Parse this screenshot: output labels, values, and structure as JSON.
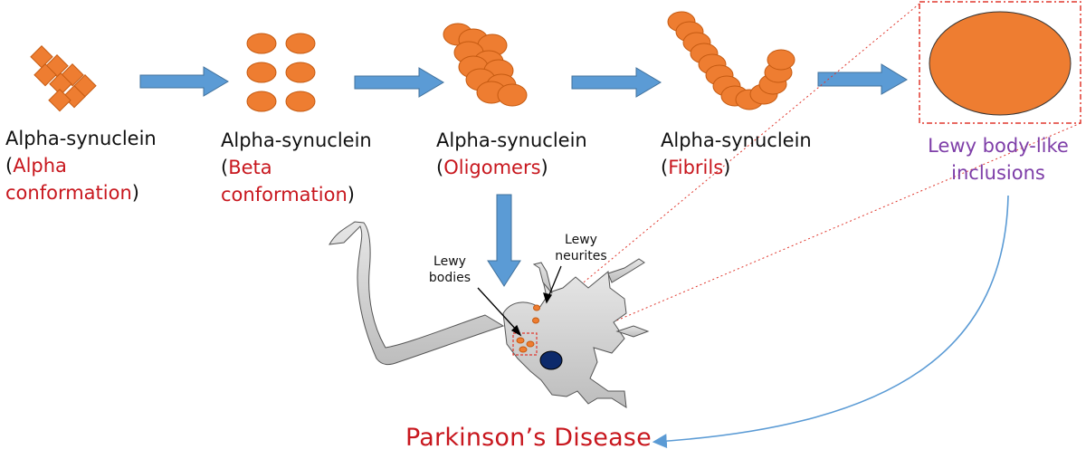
{
  "stages": [
    {
      "name": "Alpha-synuclein",
      "open": "(",
      "state": "Alpha",
      "state2": "conformation",
      "close": ")"
    },
    {
      "name": "Alpha-synuclein",
      "open": "(",
      "state": "Beta",
      "state2": "conformation",
      "close": ")"
    },
    {
      "name": "Alpha-synuclein",
      "open": "(",
      "state": "Oligomers",
      "close": ")"
    },
    {
      "name": "Alpha-synuclein",
      "open": "(",
      "state": "Fibrils",
      "close": ")"
    }
  ],
  "inclusion": {
    "line1": "Lewy body-like",
    "line2": "inclusions"
  },
  "neuron_labels": {
    "bodies": {
      "line1": "Lewy",
      "line2": "bodies"
    },
    "neurites": {
      "line1": "Lewy",
      "line2": "neurites"
    }
  },
  "outcome": "Parkinson’s Disease",
  "colors": {
    "protein": "#ee7d31",
    "arrow": "#5b9bd5",
    "state_text": "#c8171e",
    "inclusion_text": "#7e3ea8",
    "nucleus": "#0d2a6b",
    "neuron": "#d9d9d9"
  }
}
